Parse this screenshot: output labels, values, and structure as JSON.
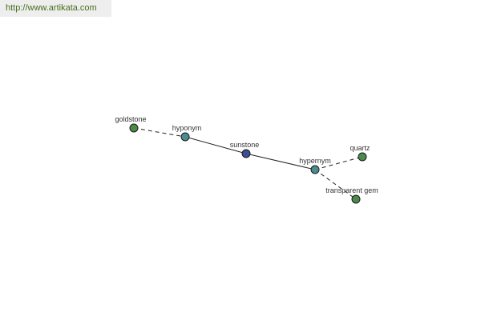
{
  "banner": {
    "url_text": "http://www.artikata.com"
  },
  "graph": {
    "center": "sunstone",
    "nodes": [
      {
        "id": "goldstone",
        "label": "goldstone",
        "fill": "#4c8a4c"
      },
      {
        "id": "hyponym",
        "label": "hyponym",
        "fill": "#4c8c8c"
      },
      {
        "id": "sunstone",
        "label": "sunstone",
        "fill": "#3d4f8e"
      },
      {
        "id": "hypernym",
        "label": "hypernym",
        "fill": "#4c8c8c"
      },
      {
        "id": "quartz",
        "label": "quartz",
        "fill": "#4c8a4c"
      },
      {
        "id": "transparent-gem",
        "label": "transparent gem",
        "fill": "#4c8a4c"
      }
    ],
    "edges": [
      {
        "from": "goldstone",
        "to": "hyponym",
        "style": "dashed"
      },
      {
        "from": "hyponym",
        "to": "sunstone",
        "style": "solid"
      },
      {
        "from": "sunstone",
        "to": "hypernym",
        "style": "solid"
      },
      {
        "from": "hypernym",
        "to": "quartz",
        "style": "dashed"
      },
      {
        "from": "hypernym",
        "to": "transparent-gem",
        "style": "dashed"
      }
    ]
  }
}
